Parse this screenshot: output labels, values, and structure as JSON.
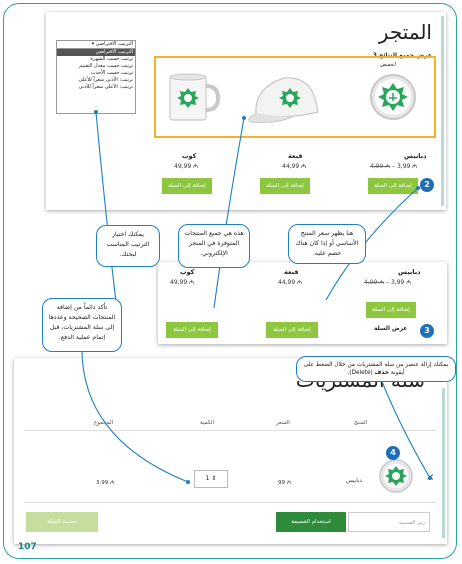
{
  "page_number": "107",
  "store": {
    "title": "المتجر",
    "subtitle": "عرض جميع النتائج 3",
    "sort": {
      "selected": "الترتيب الافتراضي",
      "options": [
        "الترتيب الافتراضي",
        "ترتيب حسب الشهرة",
        "ترتيب حسب معدل التقييم",
        "ترتيب حسب الأحدث",
        "ترتيب: الأدنى سعراً للأعلى",
        "ترتيب: الأعلى سعراً للأدنى"
      ]
    },
    "sale_badge": "تخفيض!",
    "products": [
      {
        "name": "دبابيس",
        "old_price": "4,99",
        "price": "3,99",
        "currency": "₼",
        "button": "إضافة إلى السلة"
      },
      {
        "name": "قبعة",
        "price": "44,99",
        "currency": "₼",
        "button": "إضافة إلى السلة"
      },
      {
        "name": "كوب",
        "price": "49,99",
        "currency": "₼",
        "button": "إضافة إلى السلة"
      }
    ]
  },
  "store2": {
    "products": [
      {
        "name": "دبابيس",
        "old_price": "4,99",
        "price": "3,99",
        "currency": "₼",
        "button": "إضافة إلى السلة"
      },
      {
        "name": "قبعة",
        "price": "44,99",
        "currency": "₼",
        "button": "إضافة إلى السلة"
      },
      {
        "name": "كوب",
        "price": "49,99",
        "currency": "₼",
        "button": "إضافة إلى السلة"
      }
    ],
    "view_cart": "عرض السلة"
  },
  "cart": {
    "title": "سلة المشتريات",
    "headers": {
      "product": "المنتج",
      "price": "السعر",
      "qty": "الكمية",
      "total": "المجموع"
    },
    "row": {
      "name": "دبابيس",
      "price": "₼ 99",
      "qty": "1",
      "total": "₼ 3.99"
    },
    "coupon_placeholder": "رمز القسيمة",
    "apply_coupon": "استخدام القسيمة",
    "update_cart": "تحديث السلة"
  },
  "markers": {
    "m2": "2",
    "m3": "3",
    "m4": "4"
  },
  "callouts": {
    "sort": "يمكنك اختيار الترتيب المناسب لبحثك.",
    "all_products": "هذه هي جميع المنتجات المتوفرة في المتجر الإلكتروني.",
    "old_price": "هنا يظهر سعر المنتج الأساسي أو إذا كان هناك خصم عليه.",
    "check_cart": "تأكد دائماً من إضافة المنتجات الصحيحة وعددها إلى سلة المشتريات، قبل إتمام عملية الدفع.",
    "remove_prefix": "يمكنك إزالة عنصر من سلة المشتريات من خلال الضغط على أيقونة ",
    "remove_bold": "حذف",
    "remove_suffix": " (Delete)."
  },
  "colors": {
    "accent": "#2aa39d",
    "callout_border": "#1d7fc1",
    "button_green": "#8dc63f",
    "frame_orange": "#f2b227",
    "marker_blue": "#1d6fb8"
  }
}
